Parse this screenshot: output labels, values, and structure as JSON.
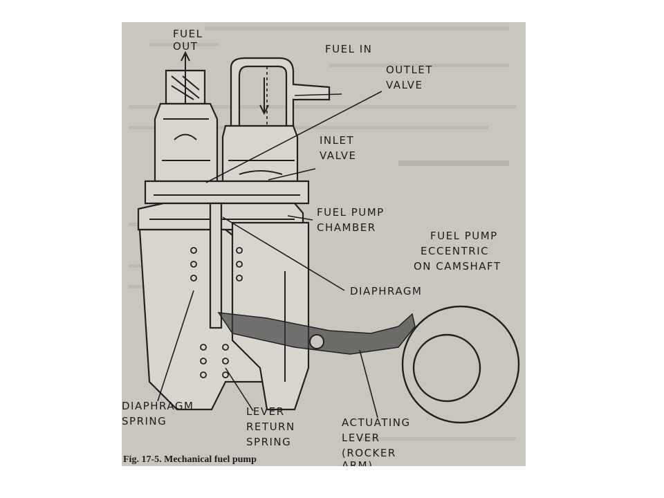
{
  "labels": {
    "fuel_out": [
      "FUEL",
      "OUT"
    ],
    "fuel_in": "FUEL IN",
    "outlet_valve": [
      "OUTLET",
      "VALVE"
    ],
    "inlet_valve": [
      "INLET",
      "VALVE"
    ],
    "fuel_pump_chamber": [
      "FUEL PUMP",
      "CHAMBER"
    ],
    "fuel_pump_eccentric": [
      "FUEL PUMP",
      "ECCENTRIC",
      "ON CAMSHAFT"
    ],
    "diaphragm": "DIAPHRAGM",
    "diaphragm_spring": [
      "DIAPHRAGM",
      "SPRING"
    ],
    "lever_return_spring": [
      "LEVER",
      "RETURN",
      "SPRING"
    ],
    "actuating_lever": [
      "ACTUATING",
      "LEVER",
      "(ROCKER",
      "ARM)"
    ]
  },
  "caption": "Fig. 17-5.  Mechanical fuel pump",
  "colors": {
    "paper": "#c9c6be",
    "ink": "#1c1c1c",
    "background": "#ffffff"
  }
}
